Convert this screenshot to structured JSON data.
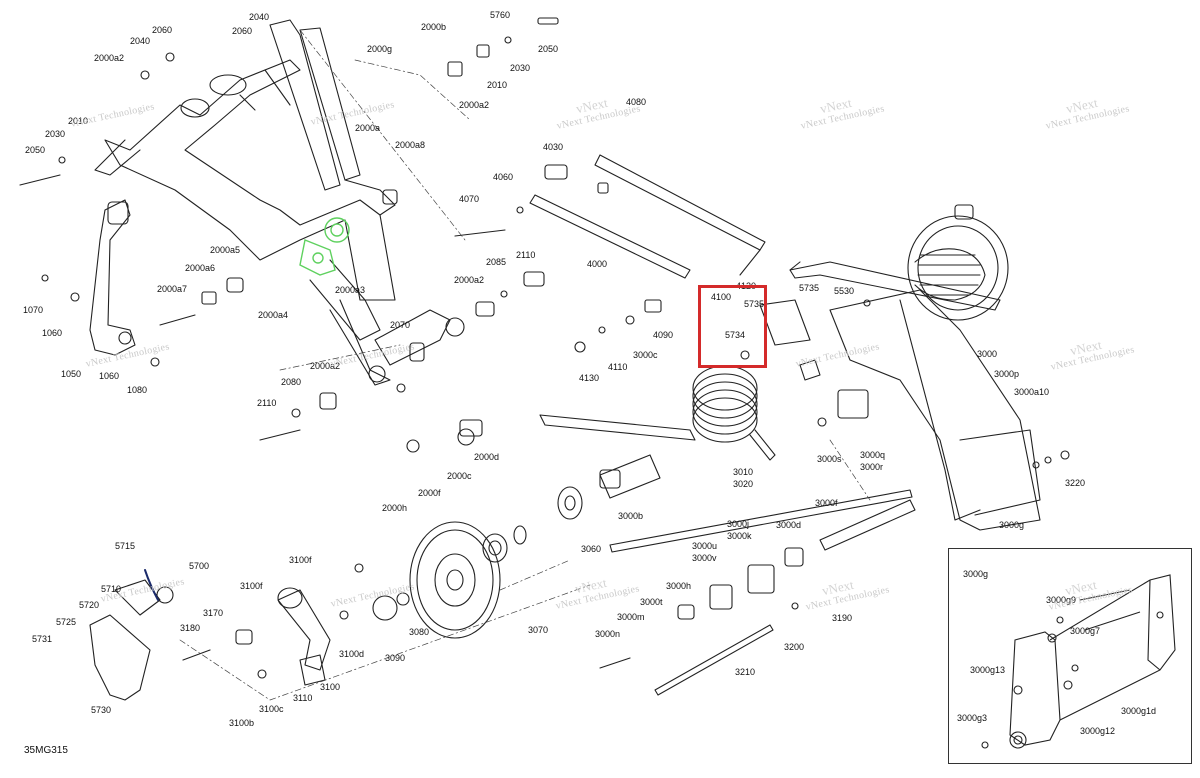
{
  "diagram_id": "35MG315",
  "highlight_label": "5734",
  "highlight_color": "#d42a2a",
  "accent_color": "#5fd15f",
  "inset_label": "3000g",
  "watermark_top": "vNext",
  "watermark_bottom": "Technologies",
  "watermark_inline": "vNext Technologies",
  "labels": [
    "2040",
    "2060",
    "2000b",
    "5760",
    "2050",
    "2000a2",
    "2040",
    "2060",
    "2000g",
    "2010",
    "2030",
    "2000a2",
    "4080",
    "2030",
    "2010",
    "2000a",
    "4030",
    "2050",
    "2000a8",
    "4060",
    "4070",
    "2110",
    "4000",
    "2085",
    "2000a5",
    "2000a6",
    "2000a2",
    "4100",
    "4120",
    "5735",
    "5530",
    "2000a7",
    "2000a3",
    "1070",
    "1060",
    "2000a4",
    "4090",
    "5734",
    "3000c",
    "2070",
    "4130",
    "4110",
    "3000",
    "3000p",
    "1050",
    "1060",
    "2000a2",
    "1080",
    "2080",
    "3000a10",
    "2110",
    "2000d",
    "2000c",
    "3000s",
    "3000q",
    "3000r",
    "3010",
    "3020",
    "2000f",
    "3220",
    "2000h",
    "3000b",
    "3000f",
    "3060",
    "3000g",
    "5715",
    "3100f",
    "3000j",
    "3000k",
    "3000d",
    "3000u",
    "3000v",
    "5700",
    "3100f",
    "5710",
    "3000h",
    "5720",
    "3000t",
    "3170",
    "3000m",
    "3180",
    "3190",
    "5725",
    "3000n",
    "3080",
    "3070",
    "3100d",
    "3200",
    "5731",
    "3090",
    "3210",
    "3100",
    "3110",
    "5730",
    "3100c",
    "3100b",
    "3000g9",
    "3000g7",
    "3000g13",
    "3000g1d",
    "3000g3",
    "3000g12",
    "5735"
  ]
}
